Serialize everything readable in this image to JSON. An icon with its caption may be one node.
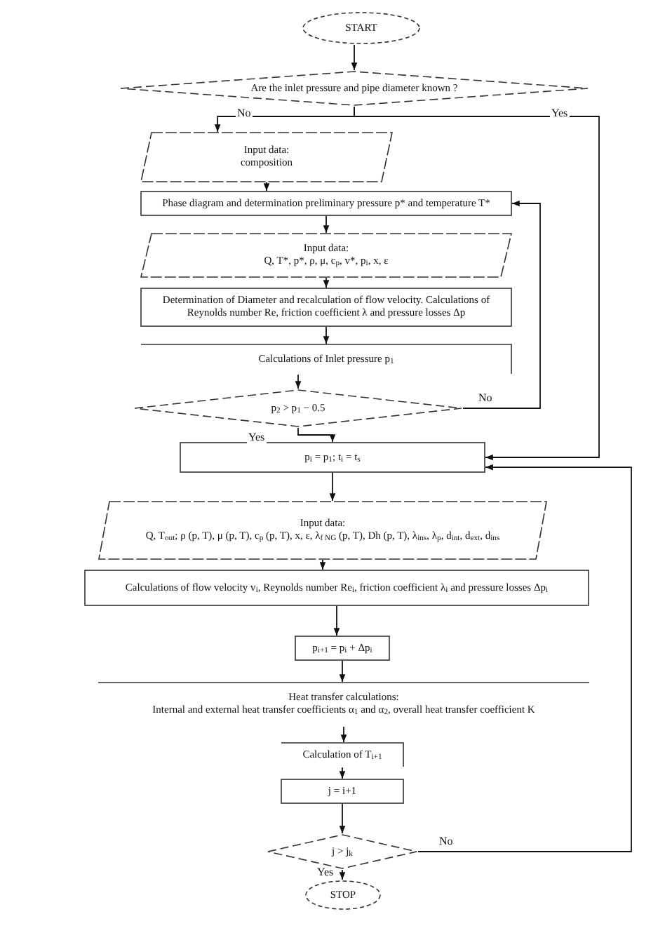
{
  "diagram": {
    "nodes": [
      {
        "text": [
          "START"
        ]
      },
      {
        "text": [
          "Are the inlet pressure and pipe diameter known ?"
        ]
      },
      {
        "text": [
          "Input data:",
          "composition"
        ]
      },
      {
        "text": [
          "Phase diagram and determination preliminary pressure p* and temperature T*"
        ]
      },
      {
        "text": [
          "Input data:",
          "Q, T*, p*, ρ, μ, c$_{p}$, v*, p$_{i}$, x, ε"
        ]
      },
      {
        "text": [
          "Determination of Diameter and recalculation of flow velocity. Calculations of Reynolds number Re, friction coefficient λ and pressure losses Δp"
        ]
      },
      {
        "text": [
          "Calculations of Inlet pressure p$_{1}$"
        ]
      },
      {
        "text": [
          "p$_{2}$ > p$_{1}$ − 0.5"
        ]
      },
      {
        "text": [
          "p$_{i}$ = p$_{1}$; t$_{i}$ = t$_{s}$"
        ]
      },
      {
        "text": [
          "Input data:",
          "Q, T$_{out}$; ρ (p, T), μ (p, T), c$_{p}$ (p, T), x, ε, λ$_{f NG}$ (p, T), Dh (p, T), λ$_{ins}$, λ$_{p}$, d$_{int}$, d$_{ext}$, d$_{ins}$"
        ]
      },
      {
        "text": [
          "Calculations of flow velocity v$_{i}$, Reynolds number Re$_{i}$, friction coefficient λ$_{i}$ and pressure losses Δp$_{i}$"
        ]
      },
      {
        "text": [
          "p$_{i+1}$ = p$_{i}$ + Δp$_{i}$"
        ]
      },
      {
        "text": [
          "Heat transfer calculations:",
          "Internal and external heat transfer coefficients α$_{1}$ and α$_{2}$, overall heat transfer coefficient K"
        ]
      },
      {
        "text": [
          "Calculation of T$_{i+1}$"
        ]
      },
      {
        "text": [
          "j = i+1"
        ]
      },
      {
        "text": [
          "j > j$_{k}$"
        ]
      },
      {
        "text": [
          "STOP"
        ]
      }
    ],
    "edges": [
      {
        "from": 0,
        "to": 1,
        "arrow": "to"
      },
      {
        "from": 1,
        "to": 2,
        "arrow": "to",
        "label": "No"
      },
      {
        "from": 1,
        "to": 8,
        "arrow": "to",
        "label": "Yes"
      },
      {
        "from": 2,
        "to": 3,
        "arrow": "to"
      },
      {
        "from": 3,
        "to": 4,
        "arrow": "to"
      },
      {
        "from": 4,
        "to": 5,
        "arrow": "to"
      },
      {
        "from": 5,
        "to": 6,
        "arrow": "to"
      },
      {
        "from": 6,
        "to": 7,
        "arrow": "to"
      },
      {
        "from": 7,
        "to": 3,
        "arrow": "to",
        "label": "No"
      },
      {
        "from": 7,
        "to": 8,
        "arrow": "to",
        "label": "Yes"
      },
      {
        "from": 8,
        "to": 9,
        "arrow": "to"
      },
      {
        "from": 9,
        "to": 10,
        "arrow": "to"
      },
      {
        "from": 10,
        "to": 11,
        "arrow": "to"
      },
      {
        "from": 11,
        "to": 12,
        "arrow": "to"
      },
      {
        "from": 12,
        "to": 13,
        "arrow": "to"
      },
      {
        "from": 13,
        "to": 14,
        "arrow": "to"
      },
      {
        "from": 14,
        "to": 15,
        "arrow": "to"
      },
      {
        "from": 15,
        "to": 16,
        "arrow": "to",
        "label": "Yes"
      },
      {
        "from": 15,
        "to": 8,
        "arrow": "to",
        "label": "No"
      }
    ]
  }
}
